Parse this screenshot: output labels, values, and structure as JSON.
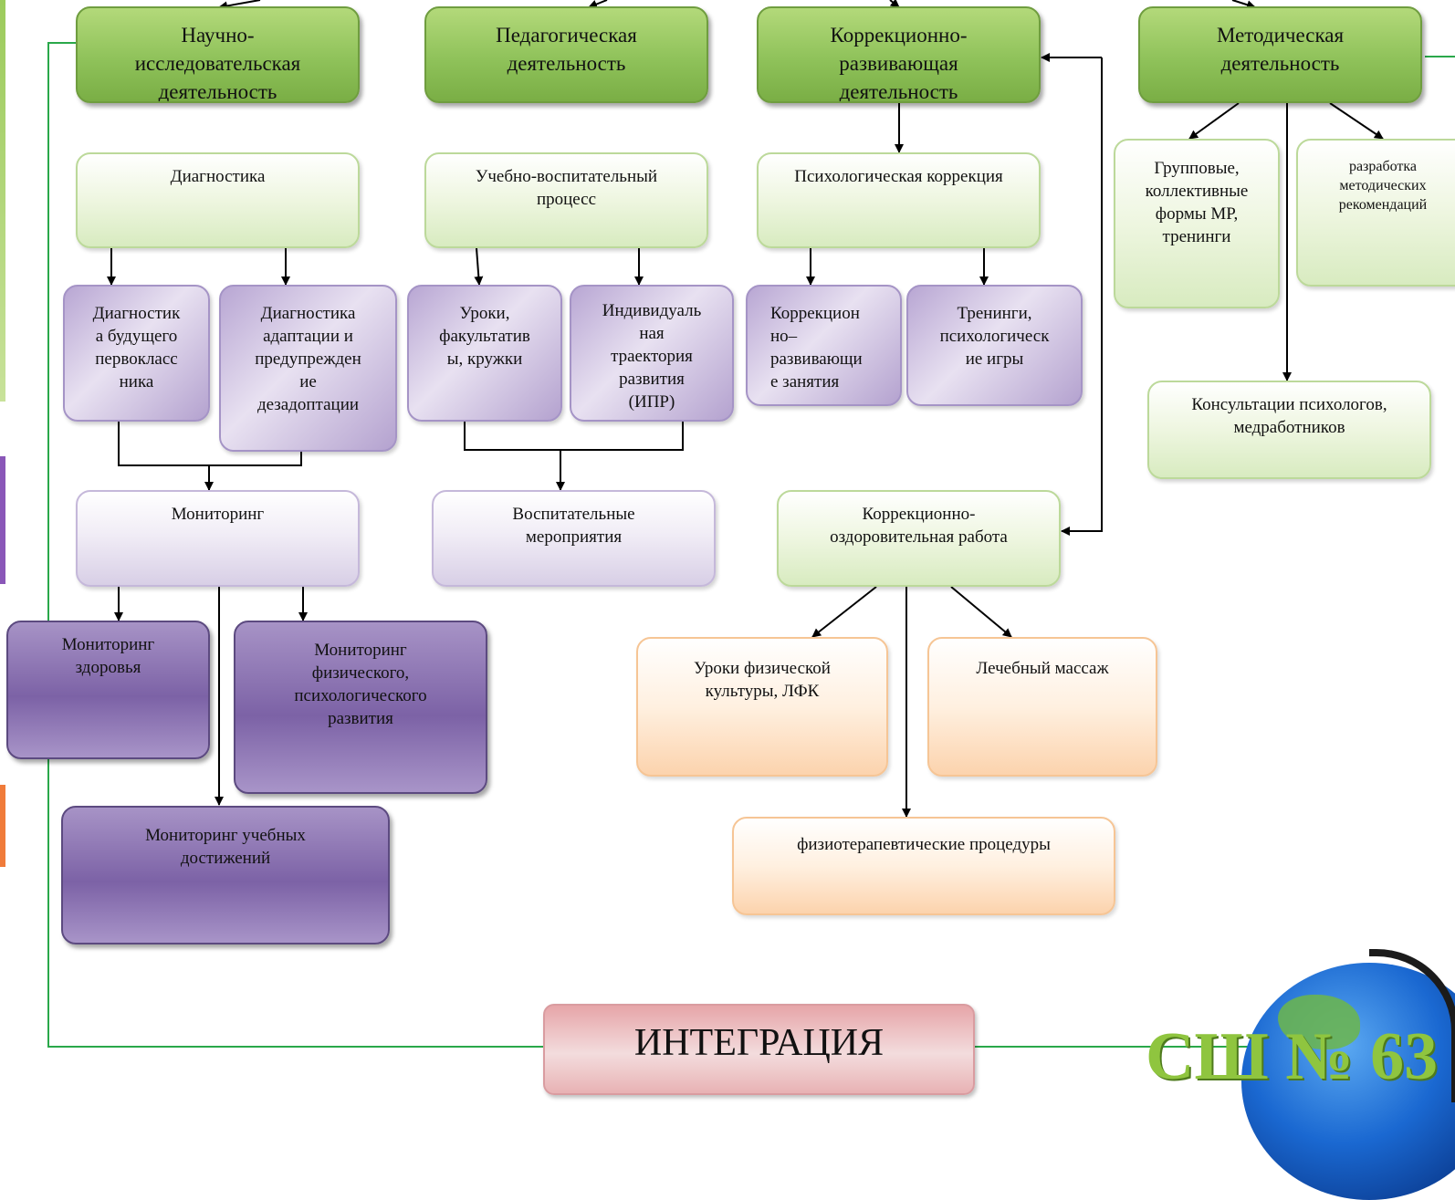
{
  "top_row": {
    "scientific": "Научно-\nисследовательская\nдеятельность",
    "pedagogical": "Педагогическая\nдеятельность",
    "correction_dev": "Коррекционно-\nразвивающая\nдеятельность",
    "methodical": "Методическая\nдеятельность"
  },
  "second_row": {
    "diagnostics": "Диагностика",
    "educational_process": "Учебно-воспитательный\nпроцесс",
    "psych_correction": "Психологическая коррекция"
  },
  "methodical_children": {
    "group_forms": "Групповые,\nколлективные\nформы МР,\nтренинги",
    "recommendations": "разработка\nметодических\nрекомендаций",
    "consultations": "Консультации психологов,\nмедработников"
  },
  "third_row": {
    "diag_first_grader": "Диагностик\nа будущего\nпервокласс\nника",
    "diag_adaptation": "Диагностика\nадаптации и\nпредупрежден\nие\nдезадоптации",
    "lessons": "Уроки,\nфакультатив\nы, кружки",
    "individual_path": "Индивидуаль\nная\nтраектория\nразвития\n(ИПР)",
    "corr_classes": "Коррекцион\nно–\nразвивающи\nе занятия",
    "trainings": "Тренинги,\nпсихологическ\nие игры"
  },
  "fourth_row": {
    "monitoring": "Мониторинг",
    "educational_events": "Воспитательные\nмероприятия",
    "health_work": "Коррекционно-\nоздоровительная работа"
  },
  "monitoring_children": {
    "health": "Мониторинг\nздоровья",
    "physical_psych": "Мониторинг\nфизического,\nпсихологического\nразвития",
    "academic": "Мониторинг учебных\nдостижений"
  },
  "health_children": {
    "pe_lessons": "Уроки физической\nкультуры, ЛФК",
    "massage": "Лечебный массаж",
    "physio": "физиотерапевтические процедуры"
  },
  "integration": "ИНТЕГРАЦИЯ",
  "watermark": "СШ № 63",
  "colors": {
    "green_dark": "#8fc25a",
    "green_light": "#d8ebc0",
    "purple_mid": "#b8a6d3",
    "purple_dark": "#7c62a6",
    "orange_light": "#fcd3ad",
    "red_box": "#e6a5a8",
    "integration_line": "#2aa84a"
  }
}
